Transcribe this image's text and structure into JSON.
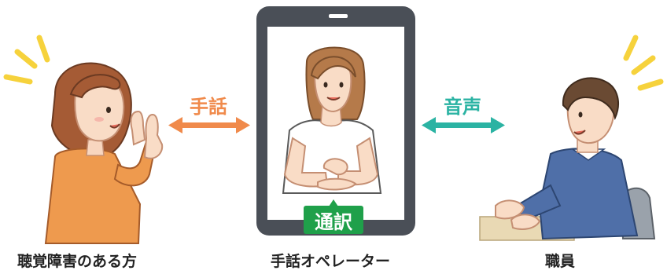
{
  "colors": {
    "sign_arrow": "#f08a4b",
    "voice_arrow": "#2bb3a3",
    "badge_bg": "#1fa04a",
    "spark": "#f6d23c",
    "tablet_frame": "#4a4f57"
  },
  "labels": {
    "deaf_person": "聴覚障害のある方",
    "operator": "手話オペレーター",
    "staff": "職員"
  },
  "arrows": {
    "sign_language": "手話",
    "voice": "音声"
  },
  "badge": {
    "interpret": "通訳"
  }
}
